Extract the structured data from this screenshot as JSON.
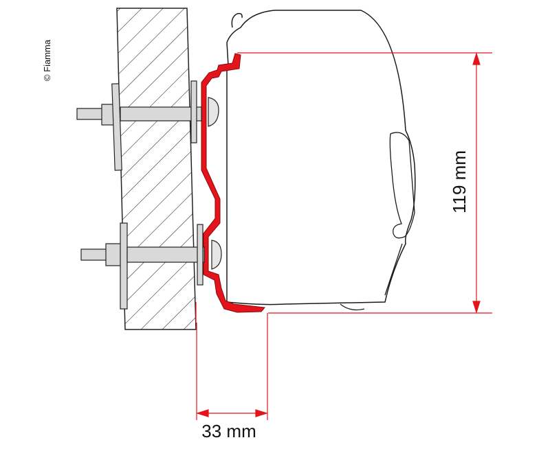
{
  "copyright": "© Fiamma",
  "dimensions": {
    "height_label": "119 mm",
    "depth_label": "33 mm"
  },
  "colors": {
    "bracket": "#e3141c",
    "dimension_line": "#e3141c",
    "bolt": "#d9d9d9",
    "outline": "#1a1a1a"
  }
}
